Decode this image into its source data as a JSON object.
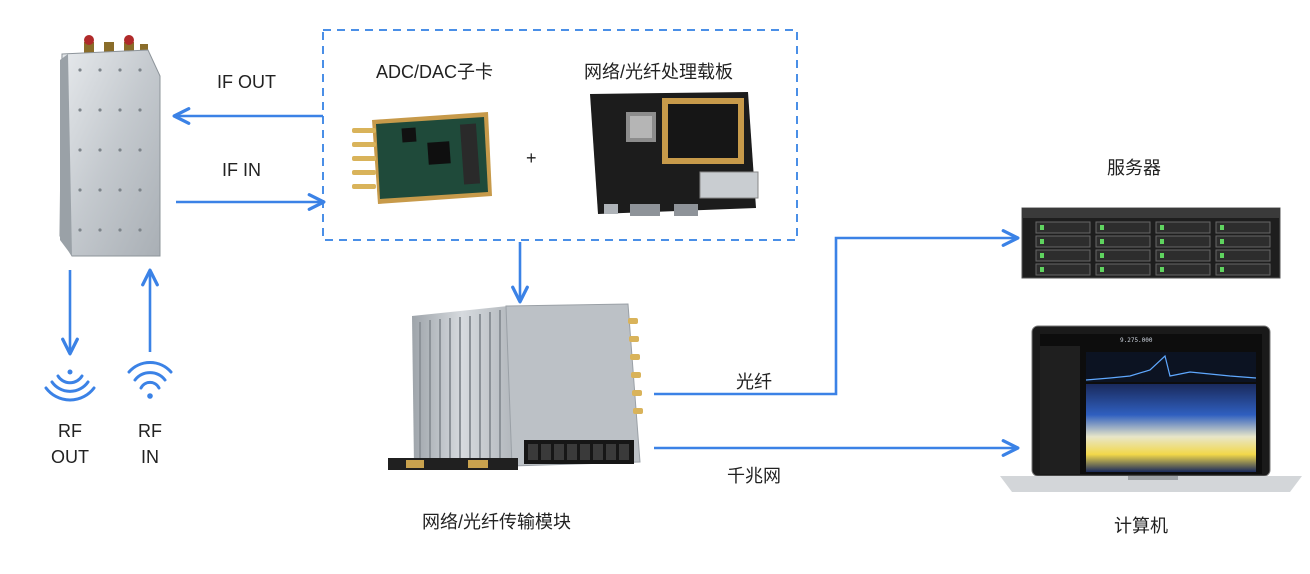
{
  "labels": {
    "if_out": "IF OUT",
    "if_in": "IF IN",
    "adc_dac_card": "ADC/DAC子卡",
    "carrier_board": "网络/光纤处理载板",
    "plus": "+",
    "server": "服务器",
    "fiber": "光纤",
    "gigabit": "千兆网",
    "transmission_module": "网络/光纤传输模块",
    "computer": "计算机",
    "rf_out_line1": "RF",
    "rf_out_line2": "OUT",
    "rf_in_line1": "RF",
    "rf_in_line2": "IN",
    "screen_readout": "9.275.000"
  },
  "colors": {
    "arrow": "#3b82e6",
    "dashed_border": "#4a8fe7",
    "board_green": "#1f4a3a",
    "board_black": "#1c1c1c",
    "metal": "#c8ccd0"
  }
}
